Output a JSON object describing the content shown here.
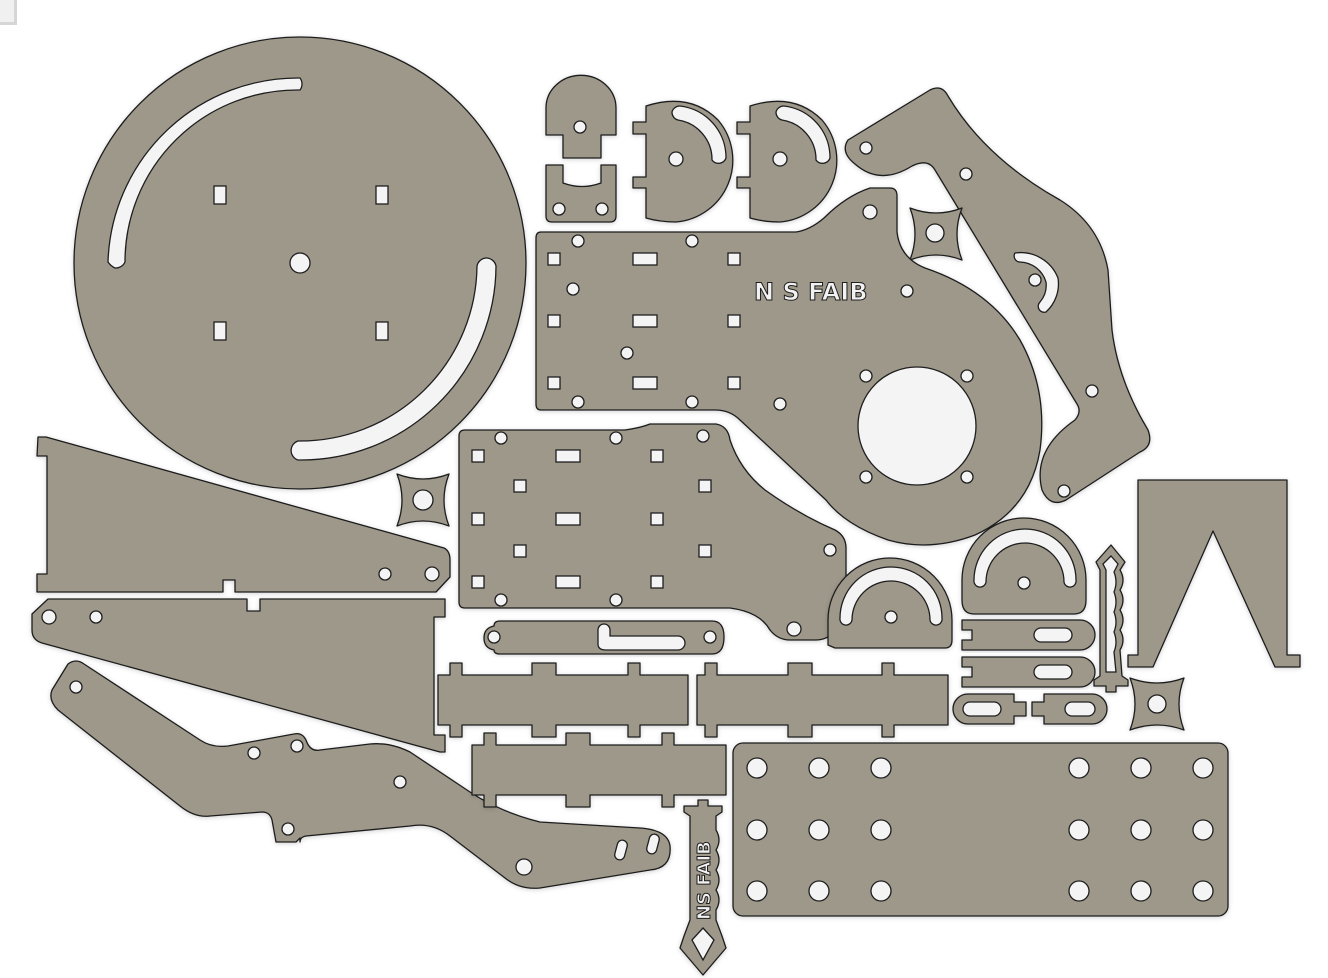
{
  "canvas": {
    "background": "#ffffff",
    "part_fill": "#9e988a",
    "part_outline": "#1e1e1e",
    "hole_fill": "#f4f4f4"
  },
  "engravings": {
    "main_plate_text": "N S FAIB",
    "handle_text": "NS FAIB"
  },
  "parts": [
    {
      "id": "base-disc",
      "label": "Round base plate with arc slots"
    },
    {
      "id": "main-plate",
      "label": "Main side plate with motor cutout"
    },
    {
      "id": "arm-link-right",
      "label": "Curved arm link"
    },
    {
      "id": "upper-plate",
      "label": "Upper mounting plate"
    },
    {
      "id": "wedge-left-top",
      "label": "Tapered wedge plate (top)"
    },
    {
      "id": "wedge-left-bottom",
      "label": "Tapered wedge plate (bottom)"
    },
    {
      "id": "bent-arm",
      "label": "Bent lever arm"
    },
    {
      "id": "perforated-plate",
      "label": "Perforated plate 3x6 holes"
    },
    {
      "id": "tab-bar-1",
      "label": "Tabbed spacer bar 1"
    },
    {
      "id": "tab-bar-2",
      "label": "Tabbed spacer bar 2"
    },
    {
      "id": "tab-bar-3",
      "label": "Tabbed spacer bar 3"
    },
    {
      "id": "slot-link",
      "label": "Slotted link"
    },
    {
      "id": "a-frame",
      "label": "A-frame stand"
    },
    {
      "id": "sword-handle",
      "label": "Handle with engraving"
    },
    {
      "id": "sword-small",
      "label": "Small handle frame"
    }
  ]
}
